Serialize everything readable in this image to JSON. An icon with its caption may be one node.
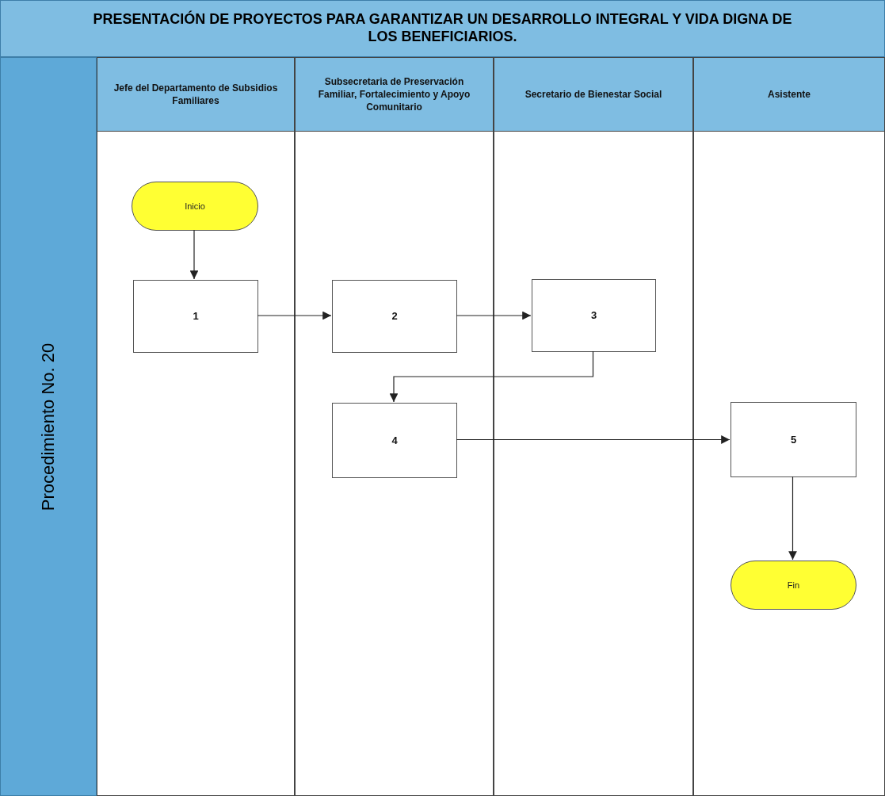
{
  "diagram": {
    "title": "PRESENTACIÓN DE PROYECTOS PARA GARANTIZAR UN DESARROLLO INTEGRAL Y VIDA DIGNA DE LOS BENEFICIARIOS.",
    "nodes": [
      {
        "text": [
          "Procedimiento No. 20"
        ]
      },
      {
        "text": [
          "Jefe del Departamento de Subsidios Familiares"
        ]
      },
      {
        "text": [
          "Subsecretaria de Preservación Familiar, Fortalecimiento y Apoyo Comunitario"
        ]
      },
      {
        "text": [
          "Secretario de Bienestar Social"
        ]
      },
      {
        "text": [
          "Asistente"
        ]
      },
      {
        "text": [
          "Inicio"
        ],
        "in": 1
      },
      {
        "text": [
          "1"
        ],
        "in": 1
      },
      {
        "text": [
          "2"
        ],
        "in": 2
      },
      {
        "text": [
          "3"
        ],
        "in": 3
      },
      {
        "text": [
          "4"
        ],
        "in": 2
      },
      {
        "text": [
          "5"
        ],
        "in": 4
      },
      {
        "text": [
          "Fin"
        ],
        "in": 4
      }
    ],
    "edges": [
      {
        "from": 5,
        "to": 6,
        "arrow": "to"
      },
      {
        "from": 6,
        "to": 7,
        "arrow": "to"
      },
      {
        "from": 7,
        "to": 8,
        "arrow": "to"
      },
      {
        "from": 8,
        "to": 9,
        "arrow": "to"
      },
      {
        "from": 9,
        "to": 10,
        "arrow": "to"
      },
      {
        "from": 10,
        "to": 11,
        "arrow": "to"
      }
    ]
  }
}
